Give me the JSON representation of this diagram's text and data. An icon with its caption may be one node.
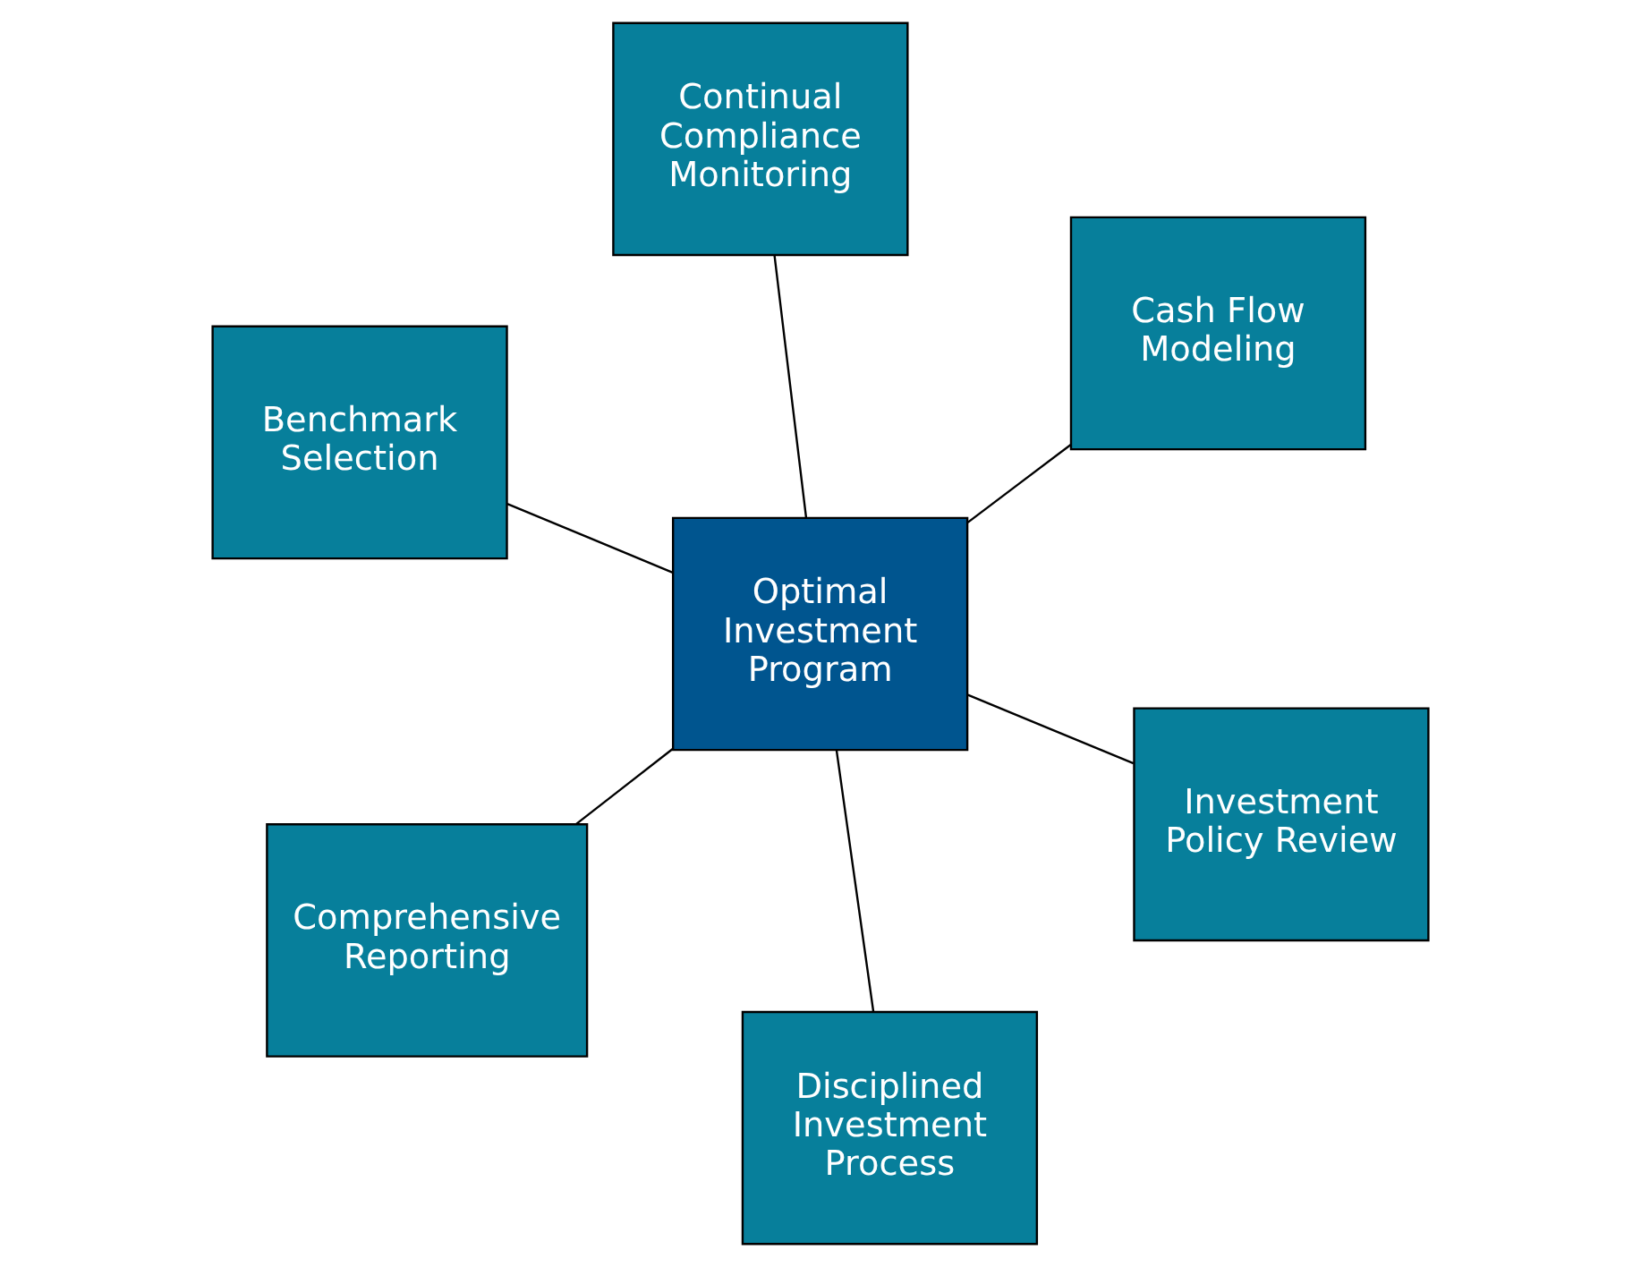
{
  "diagram": {
    "nodes": [
      {
        "text": [
          "Benchmark Selection"
        ]
      },
      {
        "text": [
          "Investment Policy Review"
        ]
      },
      {
        "text": [
          "Disciplined Investment Process"
        ]
      },
      {
        "text": [
          "Optimal Investment Program"
        ]
      },
      {
        "text": [
          "Cash Flow Modeling"
        ]
      },
      {
        "text": [
          "Continual Compliance Monitoring"
        ]
      },
      {
        "text": [
          "Comprehensive Reporting"
        ]
      }
    ],
    "edges": [
      {
        "from": 3,
        "to": 0,
        "arrow": "none"
      },
      {
        "from": 3,
        "to": 1,
        "arrow": "none"
      },
      {
        "from": 3,
        "to": 2,
        "arrow": "none"
      },
      {
        "from": 3,
        "to": 4,
        "arrow": "none"
      },
      {
        "from": 3,
        "to": 5,
        "arrow": "none"
      },
      {
        "from": 3,
        "to": 6,
        "arrow": "none"
      }
    ]
  }
}
